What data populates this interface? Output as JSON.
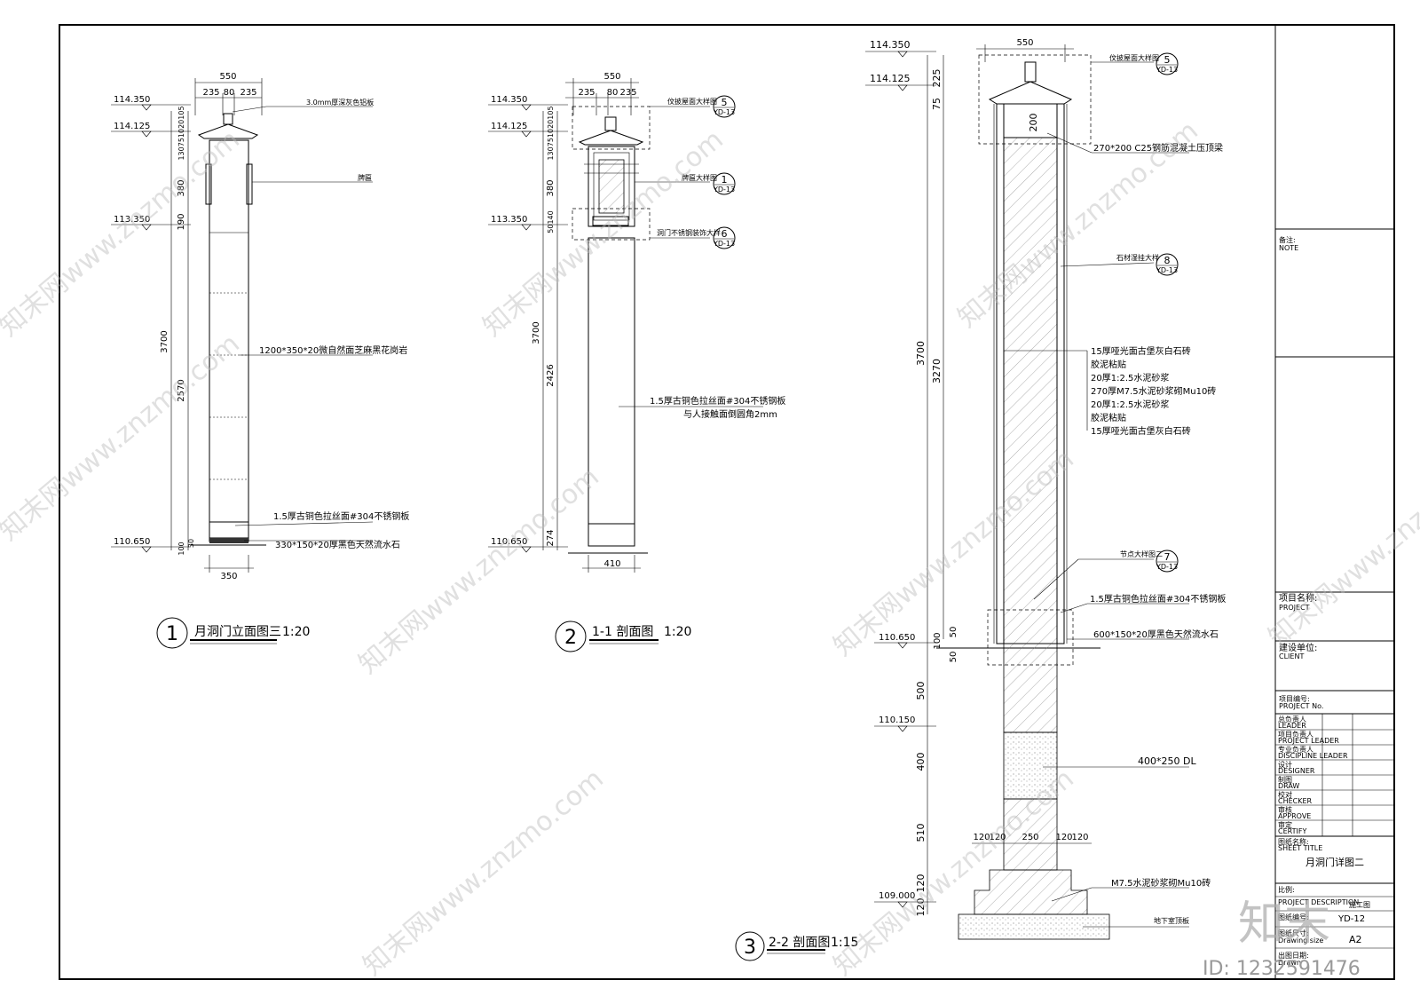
{
  "detail1": {
    "elev_top": "114.350",
    "elev_2": "114.125",
    "elev_3": "113.350",
    "elev_bot": "110.650",
    "dim_w": "550",
    "dim_a": "235",
    "dim_b": "80",
    "dim_c": "235",
    "dim_base": "350",
    "dim_total": "3700",
    "dim_main": "2570",
    "dim_380": "380",
    "dim_190": "190",
    "dim_top": "130751020105",
    "dim_100": "100",
    "dim_30": "30",
    "note_roof": "3.0mm厚深灰色铝板",
    "note_plaque": "牌匾",
    "note_stone": "1200*350*20微自然面芝麻黑花岗岩",
    "note_steel": "1.5厚古铜色拉丝面#304不锈钢板",
    "note_base": "330*150*20厚黑色天然流水石",
    "tag_num": "1",
    "title": "月洞门立面图三",
    "scale": "1:20"
  },
  "detail2": {
    "elev_top": "114.350",
    "elev_2": "114.125",
    "elev_3": "113.350",
    "elev_bot": "110.650",
    "dim_w": "550",
    "dim_a": "235",
    "dim_b": "80",
    "dim_c": "235",
    "dim_base": "410",
    "dim_total": "3700",
    "dim_2426": "2426",
    "dim_274": "274",
    "dim_380": "380",
    "dim_5040": "50140",
    "dim_top": "130751020105",
    "call_roof": "伩披屋面大样图",
    "call_roof_num": "5",
    "call_plaque": "牌匾大样图",
    "call_plaque_num": "1",
    "call_deco": "洞门不锈钢装饰大样",
    "call_deco_num": "6",
    "call_sheet": "YD-13",
    "note_steel_1": "1.5厚古铜色拉丝面#304不锈钢板",
    "note_steel_2": "与人接触面倒圆角2mm",
    "tag_num": "2",
    "title": "1-1 剖面图",
    "scale": "1:20"
  },
  "detail3": {
    "elev_top": "114.350",
    "elev_2": "114.125",
    "elev_ground": "110.650",
    "elev_mid": "110.150",
    "elev_bot": "109.000",
    "dim_w": "550",
    "dim_225": "225",
    "dim_75": "75",
    "dim_200": "200",
    "dim_3700": "3700",
    "dim_3270": "3270",
    "dim_100": "100",
    "dim_50": "50",
    "dim_50b": "50",
    "dim_500": "500",
    "dim_400": "400",
    "dim_510": "510",
    "dim_120": "120",
    "dim_120b": "120",
    "dim_foot": [
      "120",
      "120",
      "250",
      "120",
      "120"
    ],
    "call_roof": "伩披屋面大样图",
    "call_roof_num": "5",
    "note_beam": "270*200 C25钢筋混凝土压顶梁",
    "call_stone": "石材湿挂大样",
    "call_stone_num": "8",
    "layers": [
      "15厚哑光面古堡灰白石砖",
      "胶泥粘贴",
      "20厚1:2.5水泥砂浆",
      "270厚M7.5水泥砂浆砌Mu10砖",
      "20厚1:2.5水泥砂浆",
      "胶泥粘贴",
      "15厚哑光面古堡灰白石砖"
    ],
    "call_node": "节点大样图二",
    "call_node_num": "7",
    "note_steel": "1.5厚古铜色拉丝面#304不锈钢板",
    "note_base": "600*150*20厚黑色天然流水石",
    "note_dl": "400*250 DL",
    "note_brick": "M7.5水泥砂浆砌Mu10砖",
    "note_slab": "地下室顶板",
    "call_sheet": "YD-13",
    "tag_num": "3",
    "title": "2-2 剖面图",
    "scale": "1:15"
  },
  "titleblock": {
    "note_cn": "备注:",
    "note_en": "NOTE",
    "project_cn": "项目名称:",
    "project_en": "PROJECT",
    "client_cn": "建设单位:",
    "client_en": "CLIENT",
    "projno_cn": "项目编号:",
    "projno_en": "PROJECT No.",
    "roles": [
      {
        "cn": "总负责人",
        "en": "LEADER"
      },
      {
        "cn": "项目负责人",
        "en": "PROJECT LEADER"
      },
      {
        "cn": "专业负责人",
        "en": "DISCIPLINE LEADER"
      },
      {
        "cn": "设计",
        "en": "DESIGNER"
      },
      {
        "cn": "制图",
        "en": "DRAW"
      },
      {
        "cn": "校对",
        "en": "CHECKER"
      },
      {
        "cn": "审核",
        "en": "APPROVE"
      },
      {
        "cn": "审定",
        "en": "CERTIFY"
      }
    ],
    "sheet_cn": "图纸名称:",
    "sheet_en": "SHEET TITLE",
    "sheet_title": "月洞门详图二",
    "scale_cn": "比例:",
    "desc_en": "PROJECT DESCRIPTION",
    "desc_val": "施工图",
    "no_cn": "图纸编号:",
    "no_val": "YD-12",
    "size_cn": "图纸尺寸:",
    "size_en": "Drawing size",
    "size_val": "A2",
    "date_cn": "出图日期:",
    "date_en": "Drawn"
  },
  "watermark": {
    "text": "知末网www.znzmo.com",
    "logo": "知末",
    "id": "ID: 1232591476"
  }
}
